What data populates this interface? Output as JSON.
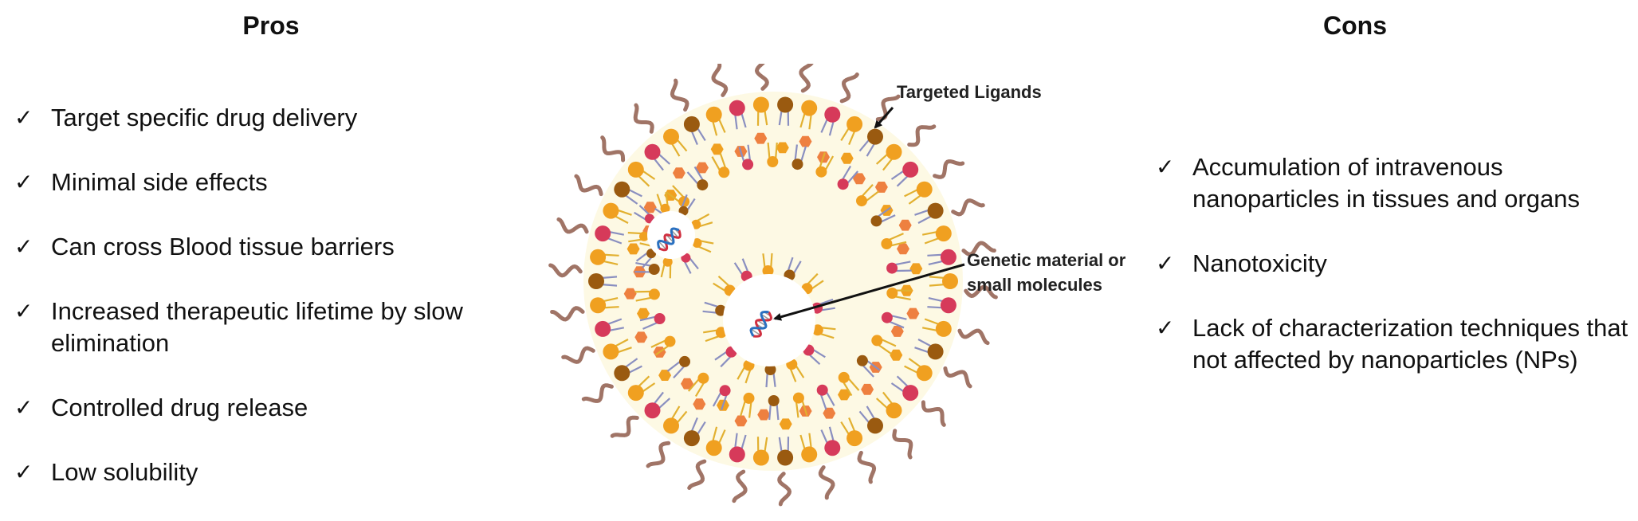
{
  "pros": {
    "title": "Pros",
    "check": "✓",
    "items": [
      "Target specific drug delivery",
      "Minimal side effects",
      "Can cross Blood tissue barriers",
      "Increased therapeutic lifetime by slow elimination",
      "Controlled drug release",
      "Low solubility"
    ]
  },
  "cons": {
    "title": "Cons",
    "check": "✓",
    "items": [
      "Accumulation of intravenous nanoparticles in tissues and organs",
      "Nanotoxicity",
      "Lack of characterization techniques that not affected by nanoparticles (NPs)"
    ]
  },
  "diagram": {
    "labels": {
      "ligands": "Targeted Ligands",
      "genetic": "Genetic material or small molecules"
    },
    "colors": {
      "core": "#fdf9e4",
      "head_orange": "#f0a020",
      "head_red": "#d63a5a",
      "head_brown": "#9a5a10",
      "ligand": "#a07466",
      "drug": "#ee8040",
      "tail_purple": "#8a8fc0",
      "tail_gold": "#e2b030"
    }
  }
}
